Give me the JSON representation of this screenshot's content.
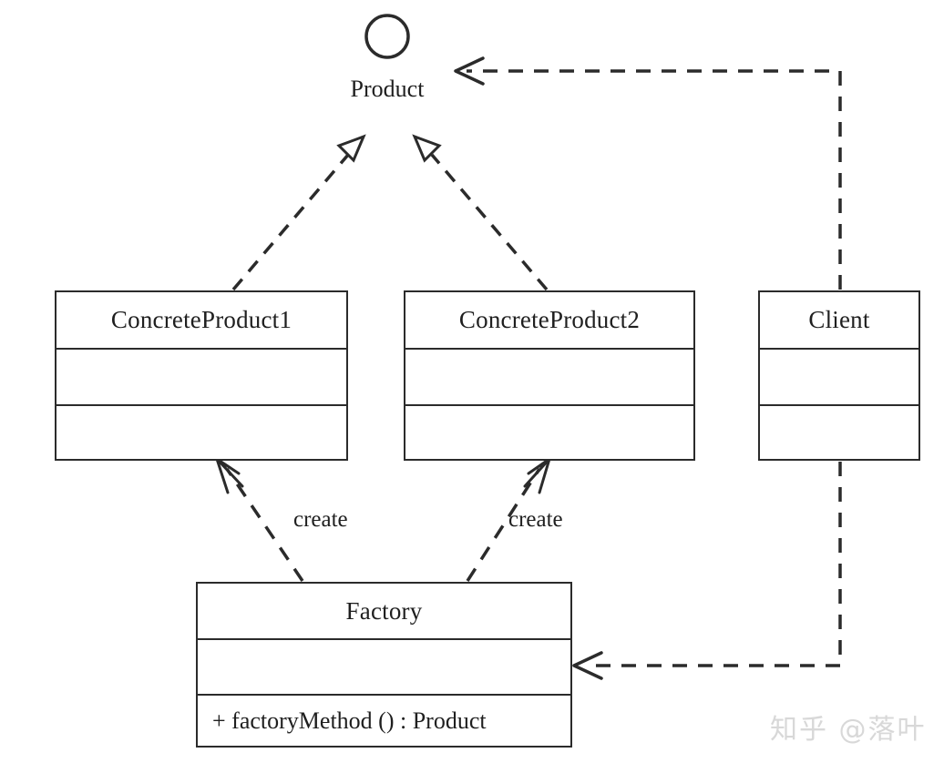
{
  "diagram": {
    "title": "Factory Method pattern UML class diagram",
    "stroke_color": "#2b2b2b",
    "text_color": "#1f1f1f",
    "background": "#ffffff",
    "interface": {
      "name": "Product",
      "shape": "circle"
    },
    "classes": [
      {
        "id": "concrete-product-1",
        "name": "ConcreteProduct1",
        "attributes": "",
        "operations": ""
      },
      {
        "id": "concrete-product-2",
        "name": "ConcreteProduct2",
        "attributes": "",
        "operations": ""
      },
      {
        "id": "client",
        "name": "Client",
        "attributes": "",
        "operations": ""
      },
      {
        "id": "factory",
        "name": "Factory",
        "attributes": "",
        "operations": "+ factoryMethod () : Product"
      }
    ],
    "edges": [
      {
        "id": "realize-cp1-product",
        "from": "ConcreteProduct1",
        "to": "Product",
        "type": "realization",
        "line": "dashed",
        "arrowhead": "hollow-triangle",
        "label": ""
      },
      {
        "id": "realize-cp2-product",
        "from": "ConcreteProduct2",
        "to": "Product",
        "type": "realization",
        "line": "dashed",
        "arrowhead": "hollow-triangle",
        "label": ""
      },
      {
        "id": "create-factory-cp1",
        "from": "Factory",
        "to": "ConcreteProduct1",
        "type": "dependency",
        "line": "dashed",
        "arrowhead": "open",
        "label": "create"
      },
      {
        "id": "create-factory-cp2",
        "from": "Factory",
        "to": "ConcreteProduct2",
        "type": "dependency",
        "line": "dashed",
        "arrowhead": "open",
        "label": "create"
      },
      {
        "id": "dep-client-product",
        "from": "Client",
        "to": "Product",
        "type": "dependency",
        "line": "dashed",
        "arrowhead": "open",
        "label": ""
      },
      {
        "id": "dep-client-factory",
        "from": "Client",
        "to": "Factory",
        "type": "dependency",
        "line": "dashed",
        "arrowhead": "open",
        "label": ""
      }
    ]
  },
  "watermark": {
    "text": "知乎 @落叶",
    "color": "#d8d8d8"
  }
}
